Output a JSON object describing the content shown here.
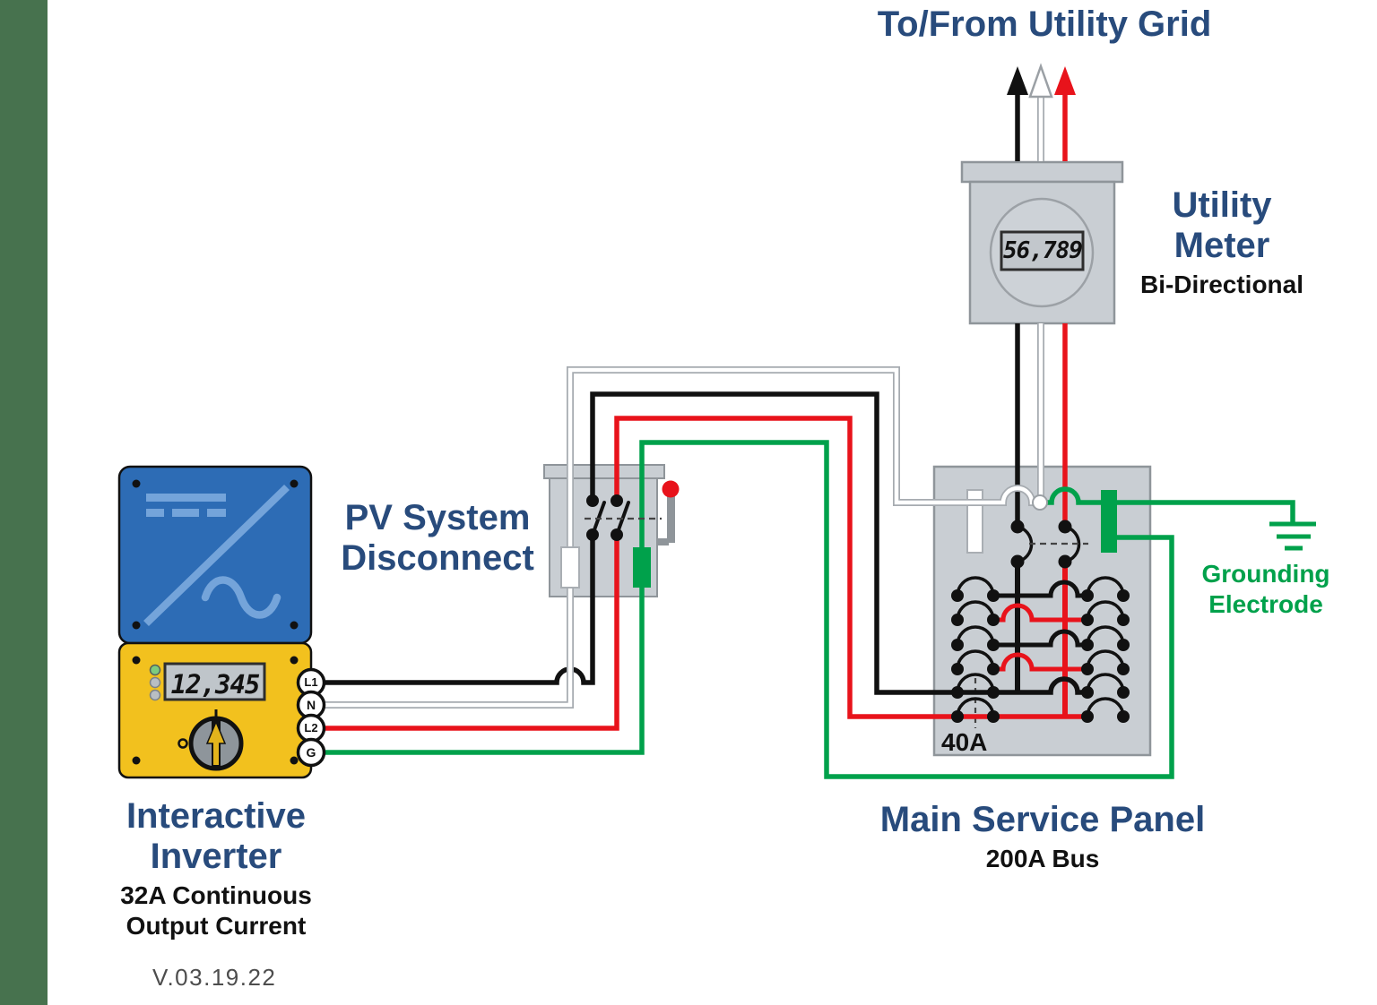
{
  "title": "To/From Utility Grid",
  "meter": {
    "label": "Utility Meter",
    "sub_label": "Bi-Directional",
    "display_value": "56,789"
  },
  "disconnect": {
    "label": "PV System Disconnect"
  },
  "inverter": {
    "label": "Interactive Inverter",
    "spec": "32A Continuous Output Current",
    "display_value": "12,345",
    "terminals": [
      {
        "label": "L1",
        "wire_color": "#111111"
      },
      {
        "label": "N",
        "wire_color": "#FFFFFF"
      },
      {
        "label": "L2",
        "wire_color": "#E8131B"
      },
      {
        "label": "G",
        "wire_color": "#00A14B"
      }
    ]
  },
  "panel": {
    "label": "Main Service Panel",
    "bus_label": "200A Bus",
    "breaker_label": "40A"
  },
  "grounding": {
    "label": "Grounding Electrode"
  },
  "version": "V.03.19.22",
  "colors": {
    "accent_navy": "#284B7C",
    "wire_black": "#111111",
    "wire_red": "#E8131B",
    "wire_green": "#00A14B",
    "wire_white": "#FFFFFF",
    "enclosure_gray": "#C9CED3",
    "inverter_blue": "#2D6CB5",
    "inverter_symbol_blue": "#74A4DA",
    "inverter_yellow": "#F2C11E",
    "sidebar_green": "#47724E"
  }
}
